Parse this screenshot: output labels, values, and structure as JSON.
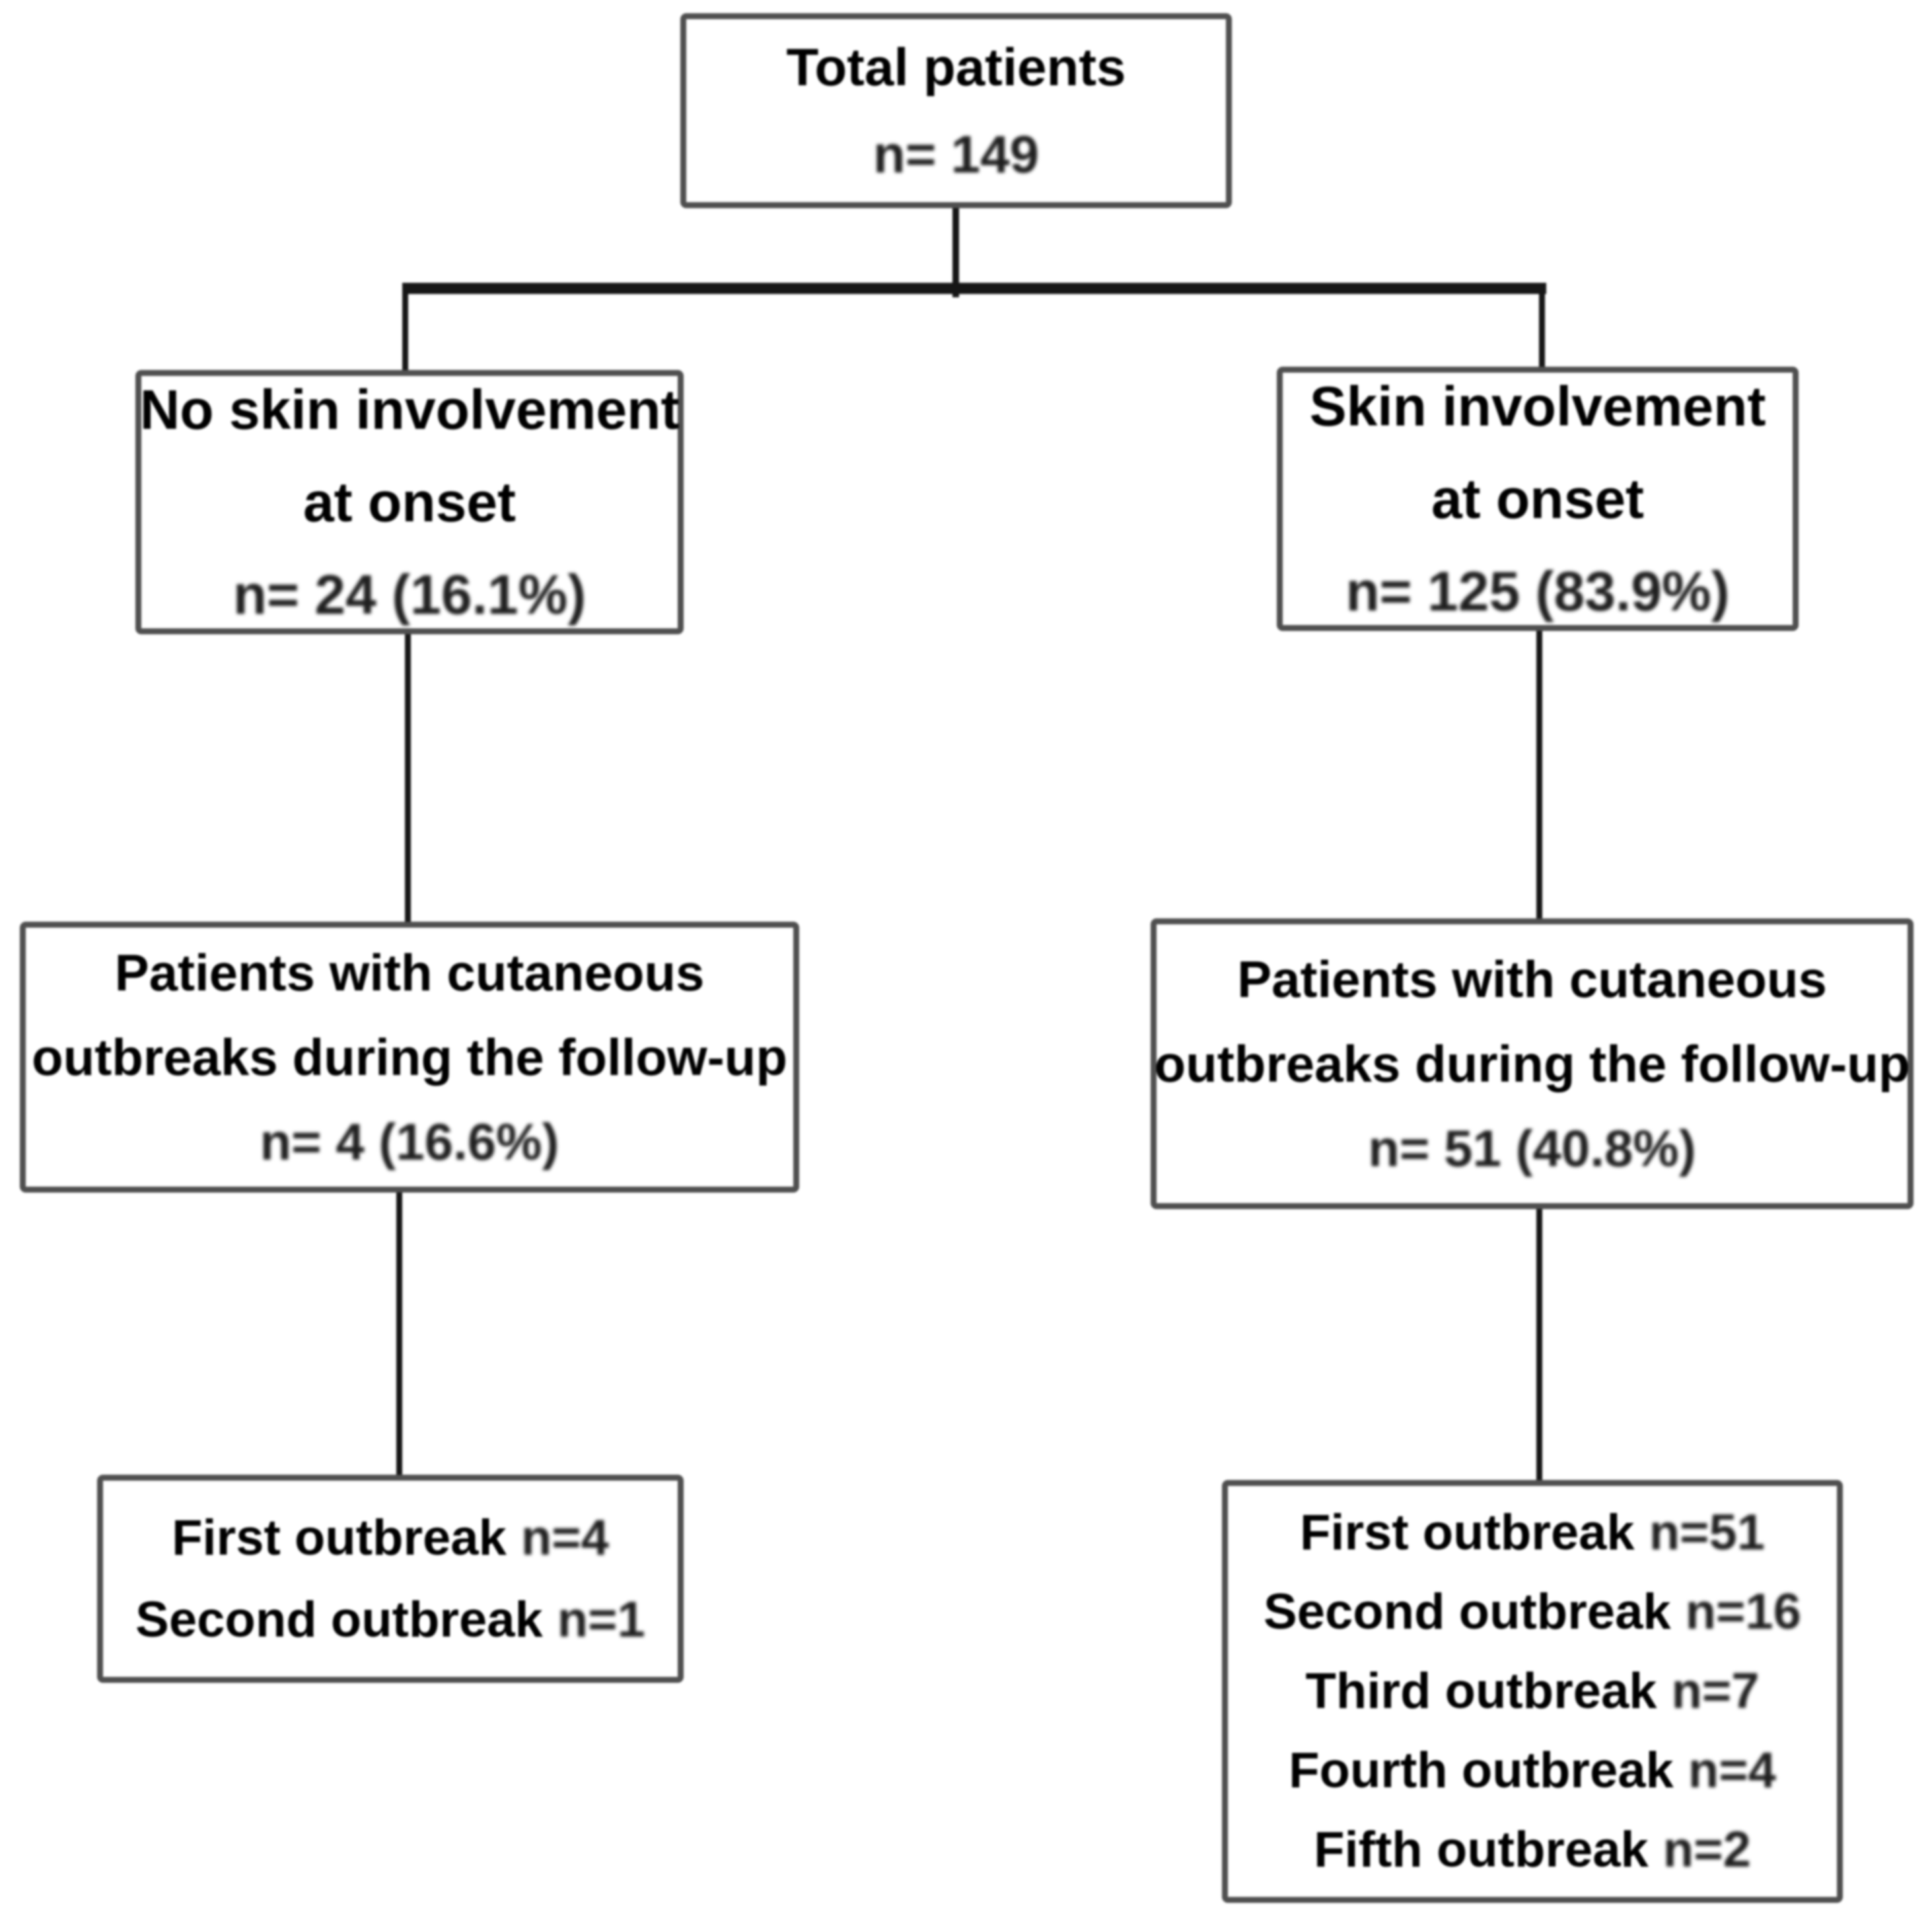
{
  "flowchart": {
    "colors": {
      "box_border": "#4f4f4f",
      "connector": "#161616",
      "text": "#000000"
    },
    "total": {
      "title": "Total patients",
      "stat": "n= 149"
    },
    "left_branch": {
      "onset": {
        "line1": "No skin involvement",
        "line2": "at onset",
        "stat": "n= 24 (16.1%)"
      },
      "followup": {
        "line1": "Patients with cutaneous",
        "line2": "outbreaks during the follow-up",
        "stat": "n= 4 (16.6%)"
      },
      "outbreaks": [
        {
          "label": "First outbreak",
          "value": "n=4"
        },
        {
          "label": "Second outbreak",
          "value": "n=1"
        }
      ]
    },
    "right_branch": {
      "onset": {
        "line1": "Skin involvement",
        "line2": "at onset",
        "stat": "n= 125 (83.9%)"
      },
      "followup": {
        "line1": "Patients with cutaneous",
        "line2": "outbreaks during the follow-up",
        "stat": "n= 51 (40.8%)"
      },
      "outbreaks": [
        {
          "label": "First outbreak",
          "value": "n=51"
        },
        {
          "label": "Second outbreak",
          "value": "n=16"
        },
        {
          "label": "Third outbreak",
          "value": "n=7"
        },
        {
          "label": "Fourth outbreak",
          "value": "n=4"
        },
        {
          "label": "Fifth outbreak",
          "value": "n=2"
        }
      ]
    }
  }
}
